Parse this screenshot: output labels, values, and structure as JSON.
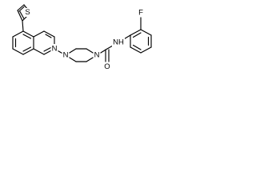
{
  "molecule": {
    "atoms": {
      "sulfur_label": "S",
      "fluorine_label": "F",
      "quinoline_nitrogen_label": "N",
      "piperazine_nitrogen_left_label": "N",
      "piperazine_nitrogen_right_label": "N",
      "amide_nitrogen_label": "NH",
      "carbonyl_oxygen_label": "O"
    }
  }
}
